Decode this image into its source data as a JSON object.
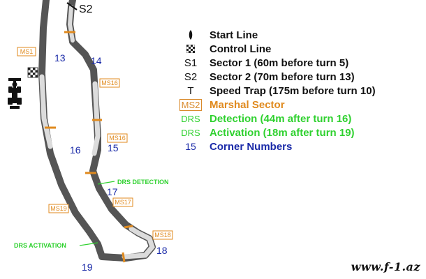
{
  "map": {
    "sector_label": "S2",
    "marshal_sectors": [
      "MS1",
      "MS16",
      "MS16",
      "MS17",
      "MS19",
      "MS18"
    ],
    "corners": [
      "13",
      "14",
      "16",
      "15",
      "17",
      "18",
      "19"
    ],
    "drs_detection_label": "DRS DETECTION",
    "drs_activation_label": "DRS ACTIVATION",
    "colors": {
      "track_dark": "#555555",
      "track_light": "#dcdcdc",
      "marshal": "#e08a1e",
      "drs": "#2fd12f",
      "corner": "#1a2aa8"
    }
  },
  "legend": [
    {
      "symbol": "",
      "icon": "start-line-icon",
      "text": "Start Line"
    },
    {
      "symbol": "",
      "icon": "checkered-flag-icon",
      "text": "Control Line"
    },
    {
      "symbol": "S1",
      "text": "Sector 1  (60m before turn 5)"
    },
    {
      "symbol": "S2",
      "text": "Sector 2  (70m before turn 13)"
    },
    {
      "symbol": "T",
      "text": "Speed Trap (175m before turn 10)"
    },
    {
      "symbol": "MS2",
      "text": "Marshal Sector"
    },
    {
      "symbol": "DRS",
      "text": "Detection  (44m after turn 16)"
    },
    {
      "symbol": "DRS",
      "text": "Activation  (18m after turn 19)"
    },
    {
      "symbol": "15",
      "text": "Corner Numbers"
    }
  ],
  "watermark": "www.f-1.az"
}
